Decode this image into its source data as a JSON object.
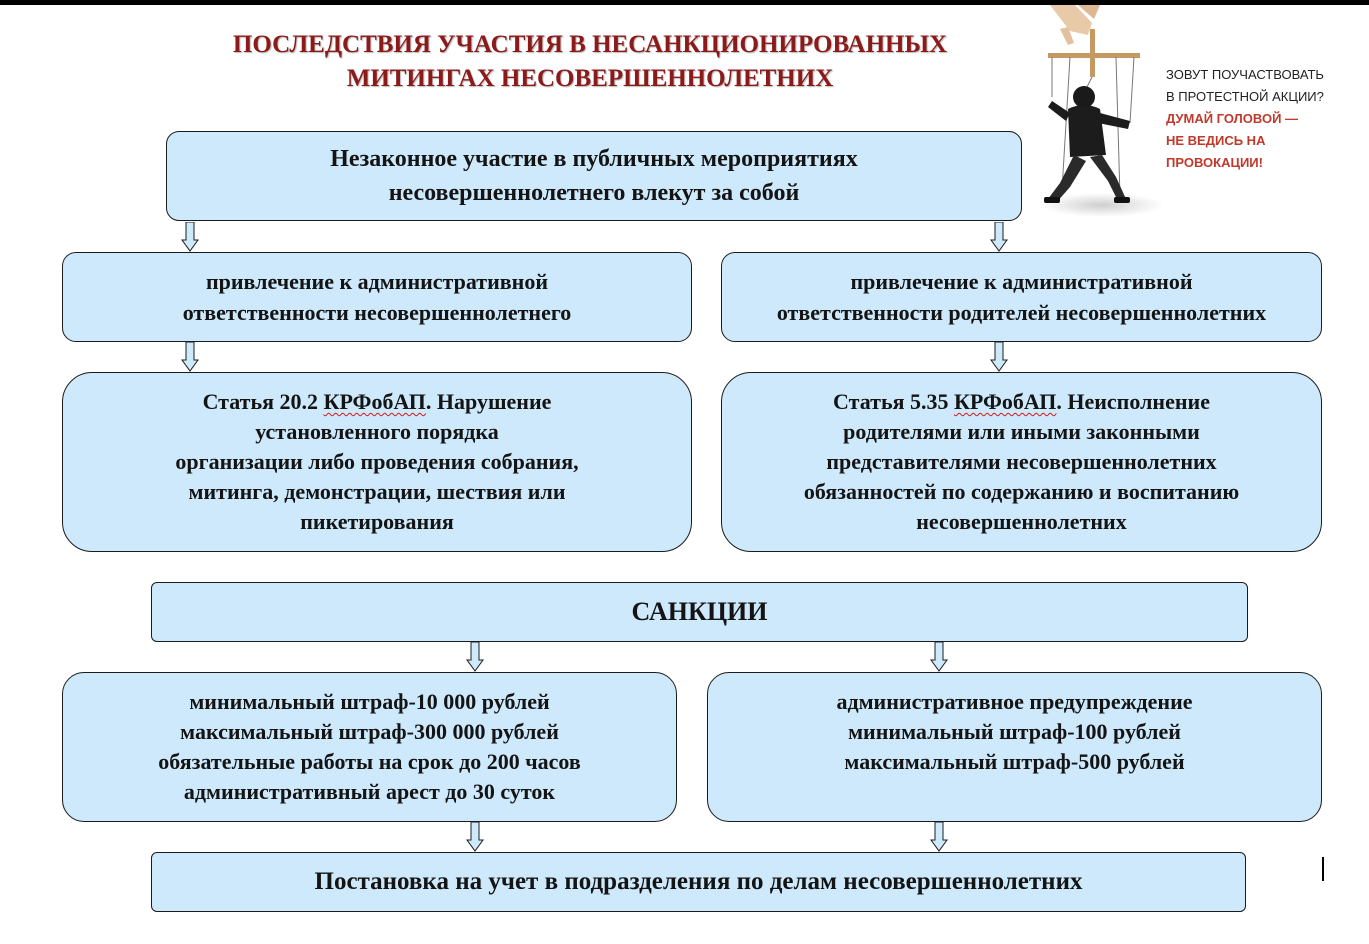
{
  "title": {
    "line1": "ПОСЛЕДСТВИЯ УЧАСТИЯ В НЕСАНКЦИОНИРОВАННЫХ",
    "line2": "МИТИНГАХ НЕСОВЕРШЕННОЛЕТНИХ"
  },
  "ad": {
    "line1": "ЗОВУТ ПОУЧАСТВОВАТЬ",
    "line2": "В ПРОТЕСТНОЙ АКЦИИ?",
    "line3": "ДУМАЙ ГОЛОВОЙ —",
    "line4": "НЕ ВЕДИСЬ НА ПРОВОКАЦИИ!"
  },
  "top_box": {
    "line1": "Незаконное участие в публичных мероприятиях",
    "line2": "несовершеннолетнего влекут за собой"
  },
  "left_branch": {
    "line1": "привлечение к административной",
    "line2": "ответственности несовершеннолетнего"
  },
  "right_branch": {
    "line1": "привлечение к административной",
    "line2": "ответственности родителей несовершеннолетних"
  },
  "left_article": {
    "prefix": "Статья 20.2 ",
    "code": "КРФобАП",
    "suffix": ". Нарушение",
    "line2": "установленного порядка",
    "line3": "организации либо проведения собрания,",
    "line4": "митинга, демонстрации, шествия или",
    "line5": "пикетирования"
  },
  "right_article": {
    "prefix": "Статья 5.35 ",
    "code": "КРФобАП",
    "suffix": ". Неисполнение",
    "line2": "родителями или иными законными",
    "line3": "представителями несовершеннолетних",
    "line4": "обязанностей по содержанию и воспитанию",
    "line5": "несовершеннолетних"
  },
  "sanctions": {
    "label": "САНКЦИИ"
  },
  "left_sanctions": {
    "line1": "минимальный штраф-10 000 рублей",
    "line2": "максимальный штраф-300 000 рублей",
    "line3": "обязательные работы на срок до 200 часов",
    "line4": "административный арест до 30 суток"
  },
  "right_sanctions": {
    "line1": "административное предупреждение",
    "line2": "минимальный штраф-100 рублей",
    "line3": "максимальный штраф-500 рублей"
  },
  "bottom_box": {
    "label": "Постановка на учет в подразделения по делам несовершеннолетних"
  },
  "colors": {
    "title": "#8b1a1a",
    "box_fill": "#cde9fb",
    "box_border": "#1b1b1b",
    "ad_accent": "#c0392b"
  }
}
